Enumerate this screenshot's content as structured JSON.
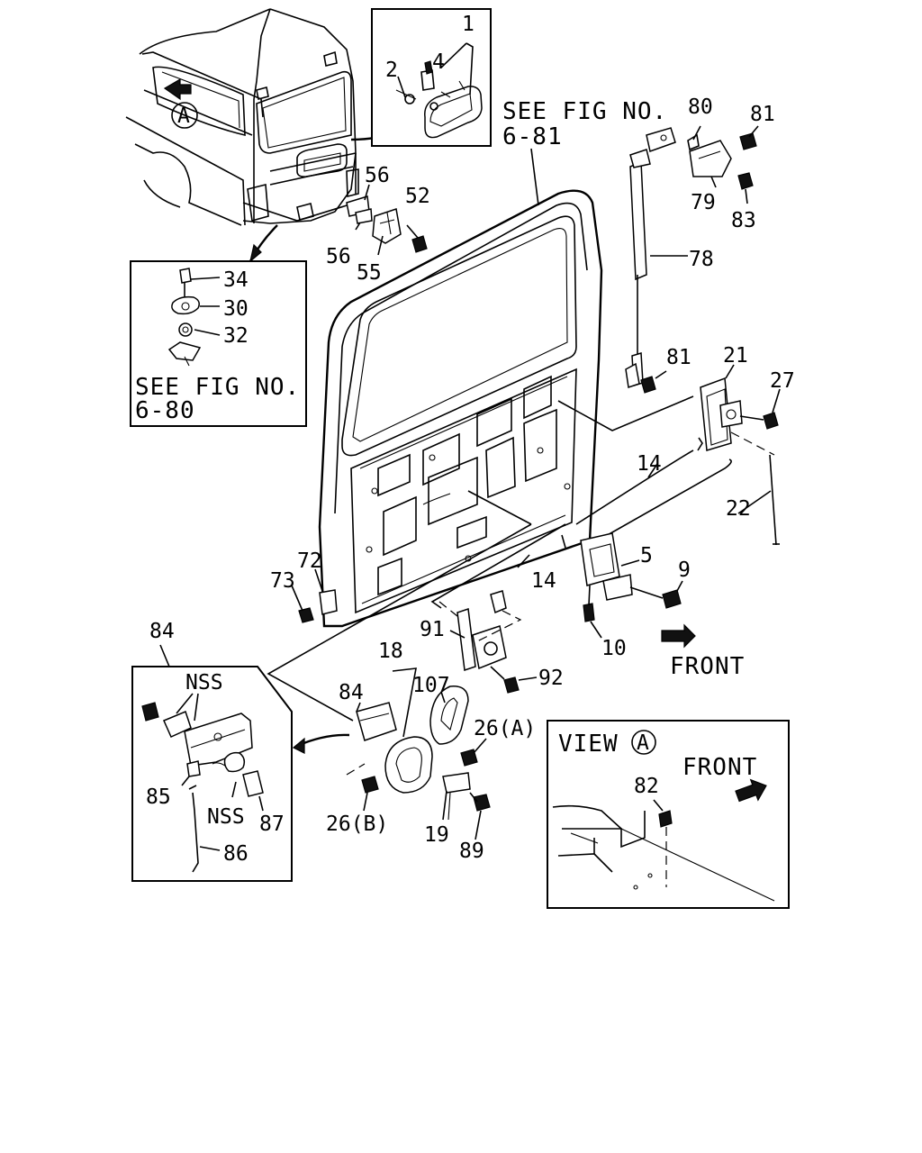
{
  "callouts": {
    "c1": "1",
    "c2": "2",
    "c4": "4",
    "c5": "5",
    "c9": "9",
    "c10": "10",
    "c14a": "14",
    "c14b": "14",
    "c18": "18",
    "c19": "19",
    "c21": "21",
    "c22": "22",
    "c26a": "26(A)",
    "c26b": "26(B)",
    "c27": "27",
    "c30": "30",
    "c32": "32",
    "c34": "34",
    "c52": "52",
    "c55": "55",
    "c56a": "56",
    "c56b": "56",
    "c72": "72",
    "c73": "73",
    "c78": "78",
    "c79": "79",
    "c80": "80",
    "c81a": "81",
    "c81b": "81",
    "c82": "82",
    "c83": "83",
    "c84a": "84",
    "c84b": "84",
    "c85": "85",
    "c86": "86",
    "c87": "87",
    "c89": "89",
    "c91": "91",
    "c92": "92",
    "c107": "107",
    "nss_a": "NSS",
    "nss_b": "NSS"
  },
  "references": {
    "fig681_line1": "SEE FIG NO.",
    "fig681_line2": "6-81",
    "fig680_line1": "SEE FIG NO.",
    "fig680_line2": "6-80"
  },
  "directions": {
    "front_main": "FRONT",
    "front_view": "FRONT"
  },
  "view_box": {
    "title": "VIEW",
    "marker": "A"
  },
  "car_marker": "A"
}
